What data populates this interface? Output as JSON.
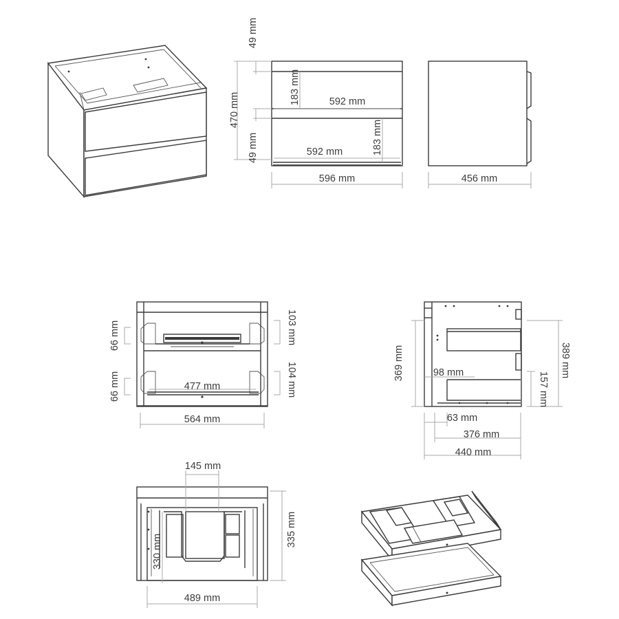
{
  "dimensions": {
    "front": {
      "top_gap": "49 mm",
      "total_height": "470 mm",
      "middle_gap": "49 mm",
      "drawer_front_height_upper": "183 mm",
      "drawer_front_height_lower": "183 mm",
      "drawer_front_width_upper": "592 mm",
      "drawer_front_width_lower": "592 mm",
      "overall_width": "596 mm"
    },
    "side": {
      "depth": "456 mm"
    },
    "front_open": {
      "upper_left": "66 mm",
      "lower_left": "66 mm",
      "upper_right": "103 mm",
      "lower_right": "104 mm",
      "inner_width": "477 mm",
      "width": "564 mm"
    },
    "side_section": {
      "left_height": "369 mm",
      "right_height": "389 mm",
      "inner_height": "157 mm",
      "inner_offset": "98 mm",
      "front_offset": "63 mm",
      "drawer_depth": "376 mm",
      "total_depth": "440 mm"
    },
    "top": {
      "cutout_width": "145 mm",
      "right_depth": "335 mm",
      "left_depth": "330 mm",
      "inner_width": "489 mm"
    }
  }
}
